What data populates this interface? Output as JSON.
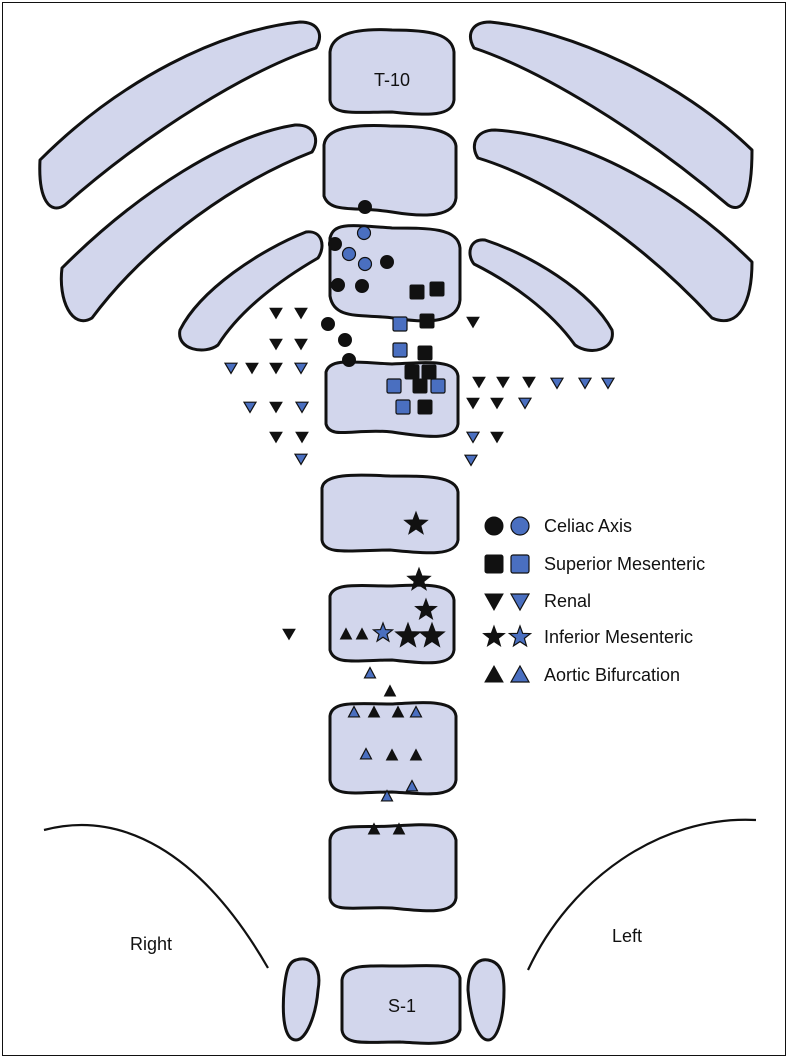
{
  "labels": {
    "top_vertebra": "T-10",
    "bottom_vertebra": "S-1",
    "right": "Right",
    "left": "Left"
  },
  "legend": [
    {
      "shape": "circle",
      "label": "Celiac Axis"
    },
    {
      "shape": "square",
      "label": "Superior Mesenteric"
    },
    {
      "shape": "triangle-down",
      "label": "Renal"
    },
    {
      "shape": "star",
      "label": "Inferior Mesenteric"
    },
    {
      "shape": "triangle-up",
      "label": "Aortic Bifurcation"
    }
  ],
  "colors": {
    "bone": "#d2d6ec",
    "outline": "#111111",
    "marker_black": "#111111",
    "marker_blue": "#4a6fc0"
  }
}
